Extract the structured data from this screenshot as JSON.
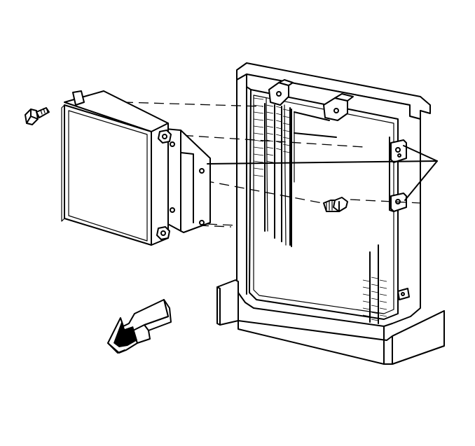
{
  "diagram": {
    "colors": {
      "line": "#000000",
      "background": "#ffffff"
    },
    "parts": [
      "module",
      "module-mounting-bracket",
      "module-bolt",
      "bracket-bolt",
      "mounting-panel",
      "panel-base",
      "leader-lines",
      "vehicle-front-arrow"
    ]
  }
}
